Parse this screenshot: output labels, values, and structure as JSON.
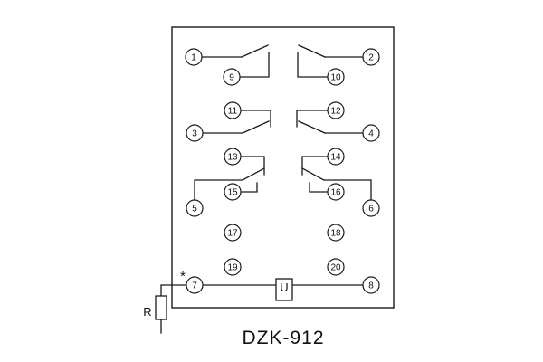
{
  "title": "DZK-912",
  "labels": {
    "resistor": "R",
    "source": "U",
    "polarity": "*"
  },
  "terminals": {
    "t1": "1",
    "t2": "2",
    "t3": "3",
    "t4": "4",
    "t5": "5",
    "t6": "6",
    "t7": "7",
    "t8": "8",
    "t9": "9",
    "t10": "10",
    "t11": "11",
    "t12": "12",
    "t13": "13",
    "t14": "14",
    "t15": "15",
    "t16": "16",
    "t17": "17",
    "t18": "18",
    "t19": "19",
    "t20": "20"
  }
}
